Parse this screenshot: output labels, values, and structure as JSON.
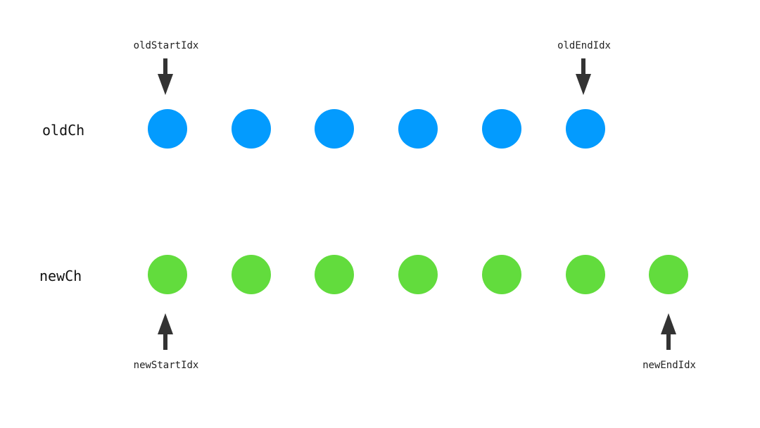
{
  "colors": {
    "old_node": "#039BFE",
    "new_node": "#62DC3D",
    "arrow": "#333333",
    "text": "#111111"
  },
  "rows": {
    "old": {
      "label": "oldCh",
      "node_count": 6,
      "pointers": {
        "start": {
          "label": "oldStartIdx",
          "node_index": 0,
          "direction": "down"
        },
        "end": {
          "label": "oldEndIdx",
          "node_index": 5,
          "direction": "down"
        }
      }
    },
    "new": {
      "label": "newCh",
      "node_count": 7,
      "pointers": {
        "start": {
          "label": "newStartIdx",
          "node_index": 0,
          "direction": "up"
        },
        "end": {
          "label": "newEndIdx",
          "node_index": 6,
          "direction": "up"
        }
      }
    }
  }
}
